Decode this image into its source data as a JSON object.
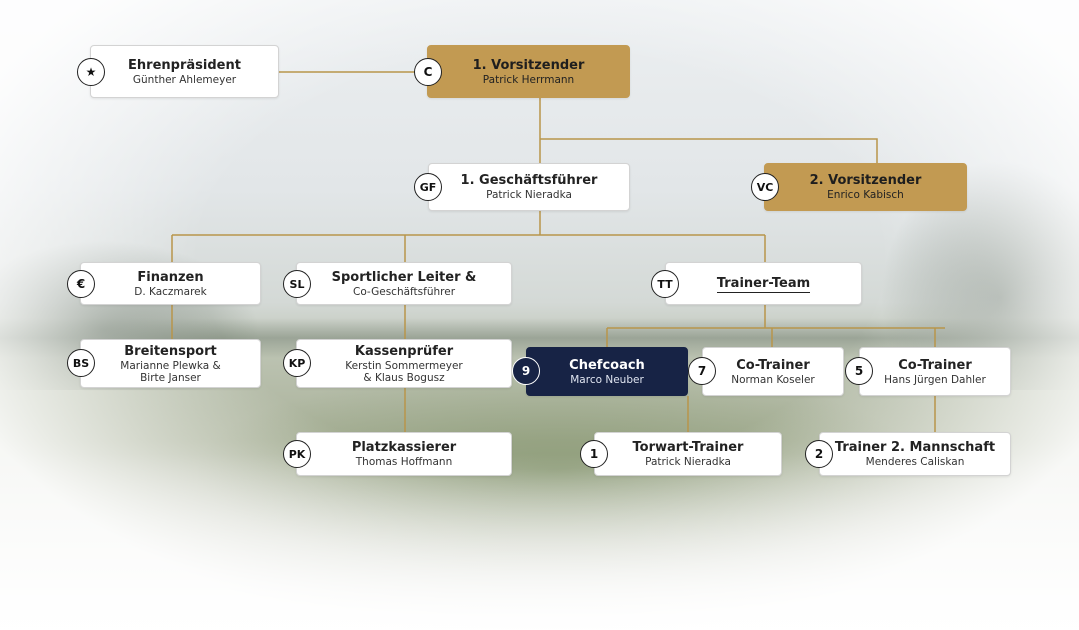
{
  "accent_colors": {
    "gold": "#c29a52",
    "navy": "#172345",
    "connector": "#b8954a"
  },
  "nodes": {
    "ehrenpraesident": {
      "badge": "★",
      "title": "Ehrenpräsident",
      "sub": [
        "Günther Ahlemeyer"
      ],
      "style": "white"
    },
    "vorsitzender1": {
      "badge": "C",
      "title": "1. Vorsitzender",
      "sub": [
        "Patrick Herrmann"
      ],
      "style": "gold"
    },
    "geschaeftsfuehrer": {
      "badge": "GF",
      "title": "1. Geschäftsführer",
      "sub": [
        "Patrick Nieradka"
      ],
      "style": "white"
    },
    "vorsitzender2": {
      "badge": "VC",
      "title": "2. Vorsitzender",
      "sub": [
        "Enrico Kabisch"
      ],
      "style": "gold"
    },
    "finanzen": {
      "badge": "€",
      "title": "Finanzen",
      "sub": [
        "D. Kaczmarek"
      ],
      "style": "white"
    },
    "sportlicher_leiter": {
      "badge": "SL",
      "title": "Sportlicher Leiter &",
      "sub": [
        "Co-Geschäftsführer"
      ],
      "style": "white"
    },
    "trainer_team": {
      "badge": "TT",
      "title": "Trainer-Team",
      "sub": [],
      "style": "white"
    },
    "breitensport": {
      "badge": "BS",
      "title": "Breitensport",
      "sub": [
        "Marianne Plewka &",
        "Birte Janser"
      ],
      "style": "white"
    },
    "kassenpruefer": {
      "badge": "KP",
      "title": "Kassenprüfer",
      "sub": [
        "Kerstin Sommermeyer",
        "& Klaus Bogusz"
      ],
      "style": "white"
    },
    "chefcoach": {
      "badge": "9",
      "title": "Chefcoach",
      "sub": [
        "Marco Neuber"
      ],
      "style": "navy"
    },
    "co_trainer_7": {
      "badge": "7",
      "title": "Co-Trainer",
      "sub": [
        "Norman Koseler"
      ],
      "style": "white"
    },
    "co_trainer_5": {
      "badge": "5",
      "title": "Co-Trainer",
      "sub": [
        "Hans Jürgen Dahler"
      ],
      "style": "white"
    },
    "platzkassierer": {
      "badge": "PK",
      "title": "Platzkassierer",
      "sub": [
        "Thomas Hoffmann"
      ],
      "style": "white"
    },
    "torwart_trainer": {
      "badge": "1",
      "title": "Torwart-Trainer",
      "sub": [
        "Patrick Nieradka"
      ],
      "style": "white"
    },
    "trainer_2": {
      "badge": "2",
      "title": "Trainer 2. Mannschaft",
      "sub": [
        "Menderes Caliskan"
      ],
      "style": "white"
    }
  }
}
